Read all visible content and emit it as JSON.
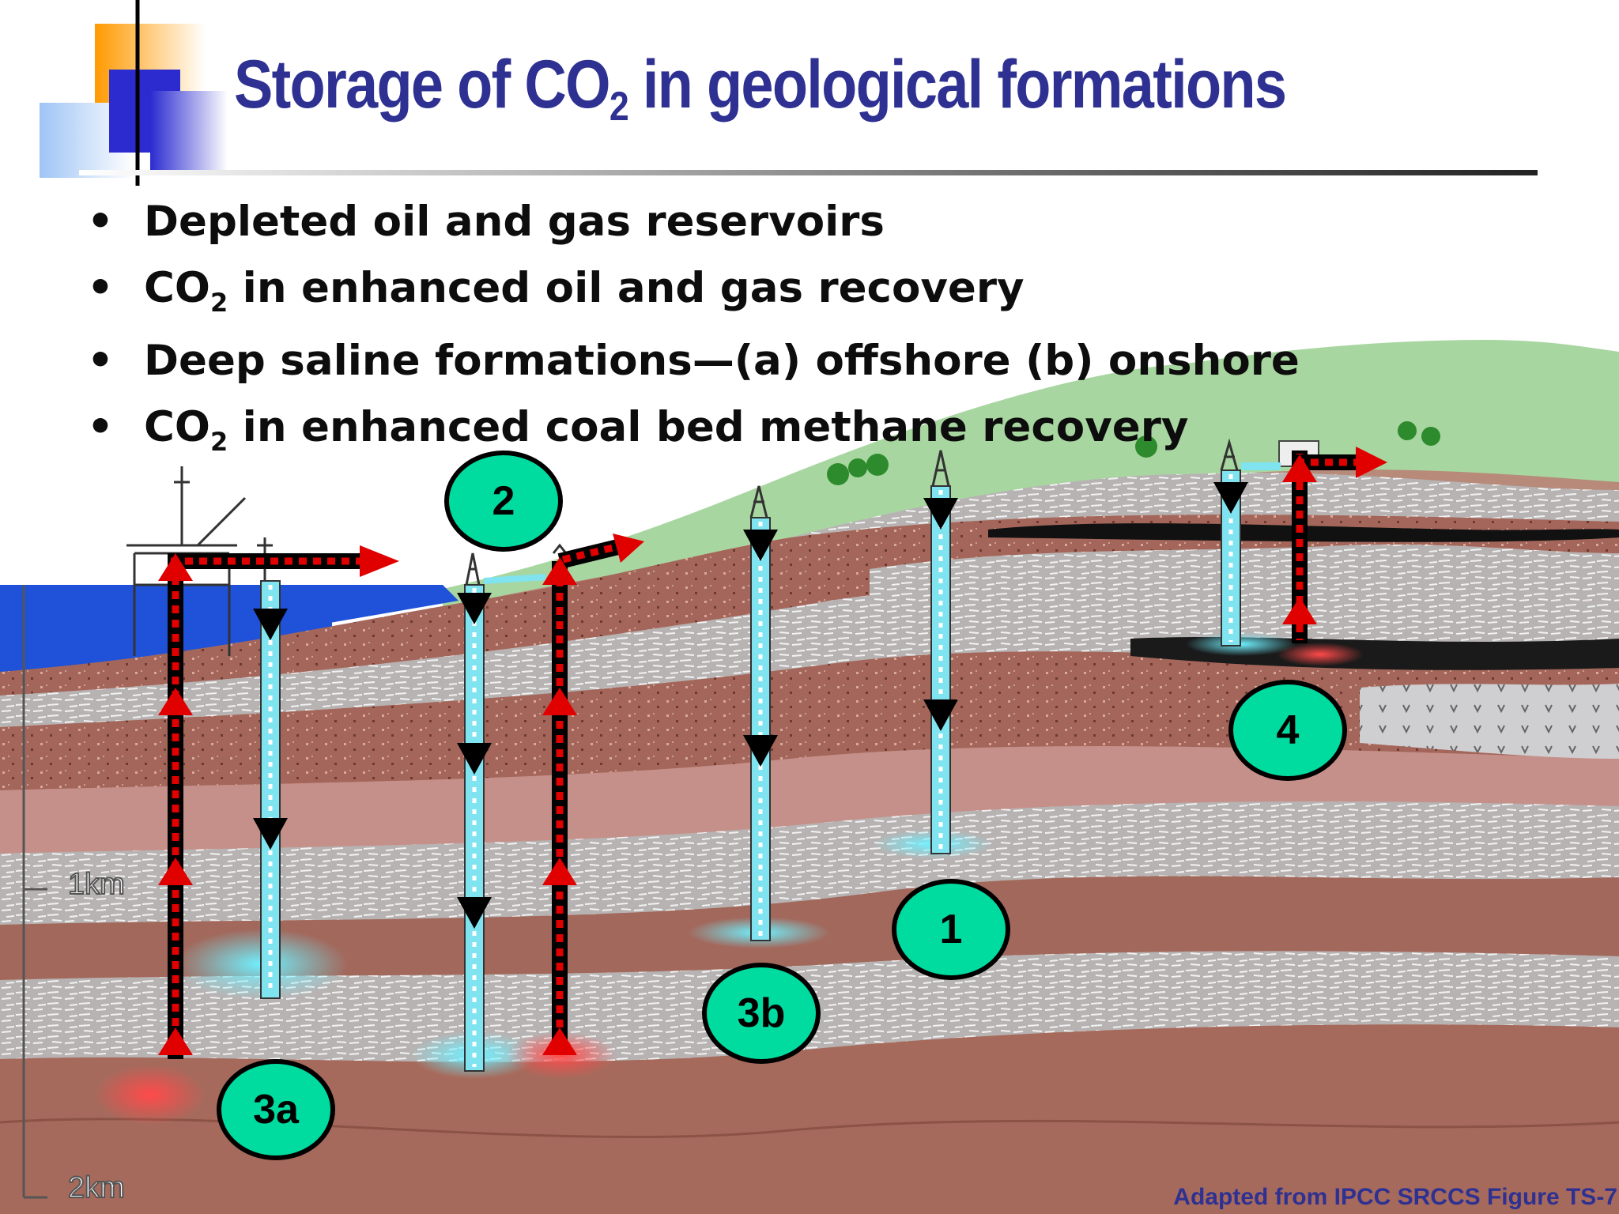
{
  "slide": {
    "title_prefix": "Storage of CO",
    "title_sub": "2",
    "title_suffix": " in geological formations",
    "bullets": [
      {
        "pre": "Depleted oil and gas reservoirs",
        "sub": "",
        "post": ""
      },
      {
        "pre": "CO",
        "sub": "2",
        "post": " in enhanced oil and gas recovery"
      },
      {
        "pre": "Deep saline formations—(a) offshore (b) onshore",
        "sub": "",
        "post": ""
      },
      {
        "pre": "CO",
        "sub": "2",
        "post": " in enhanced coal bed methane recovery"
      }
    ],
    "bullet_symbol": "•",
    "labels": {
      "l1": "1",
      "l2": "2",
      "l3a": "3a",
      "l3b": "3b",
      "l4": "4"
    },
    "depth_labels": {
      "d1": "1km",
      "d2": "2km"
    },
    "credit": "Adapted from IPCC SRCCS Figure TS-7"
  },
  "colors": {
    "title": "#2e3192",
    "label_fill": "#00dba0",
    "injection_pipe": "#7fe3f0",
    "production_pipe": "#cc0000",
    "sea": "#1a4fd6",
    "land": "#9ed49a",
    "rock_brown": "#9c5c4c",
    "rock_gray": "#b9b6b6",
    "rock_pink": "#c9928a"
  }
}
